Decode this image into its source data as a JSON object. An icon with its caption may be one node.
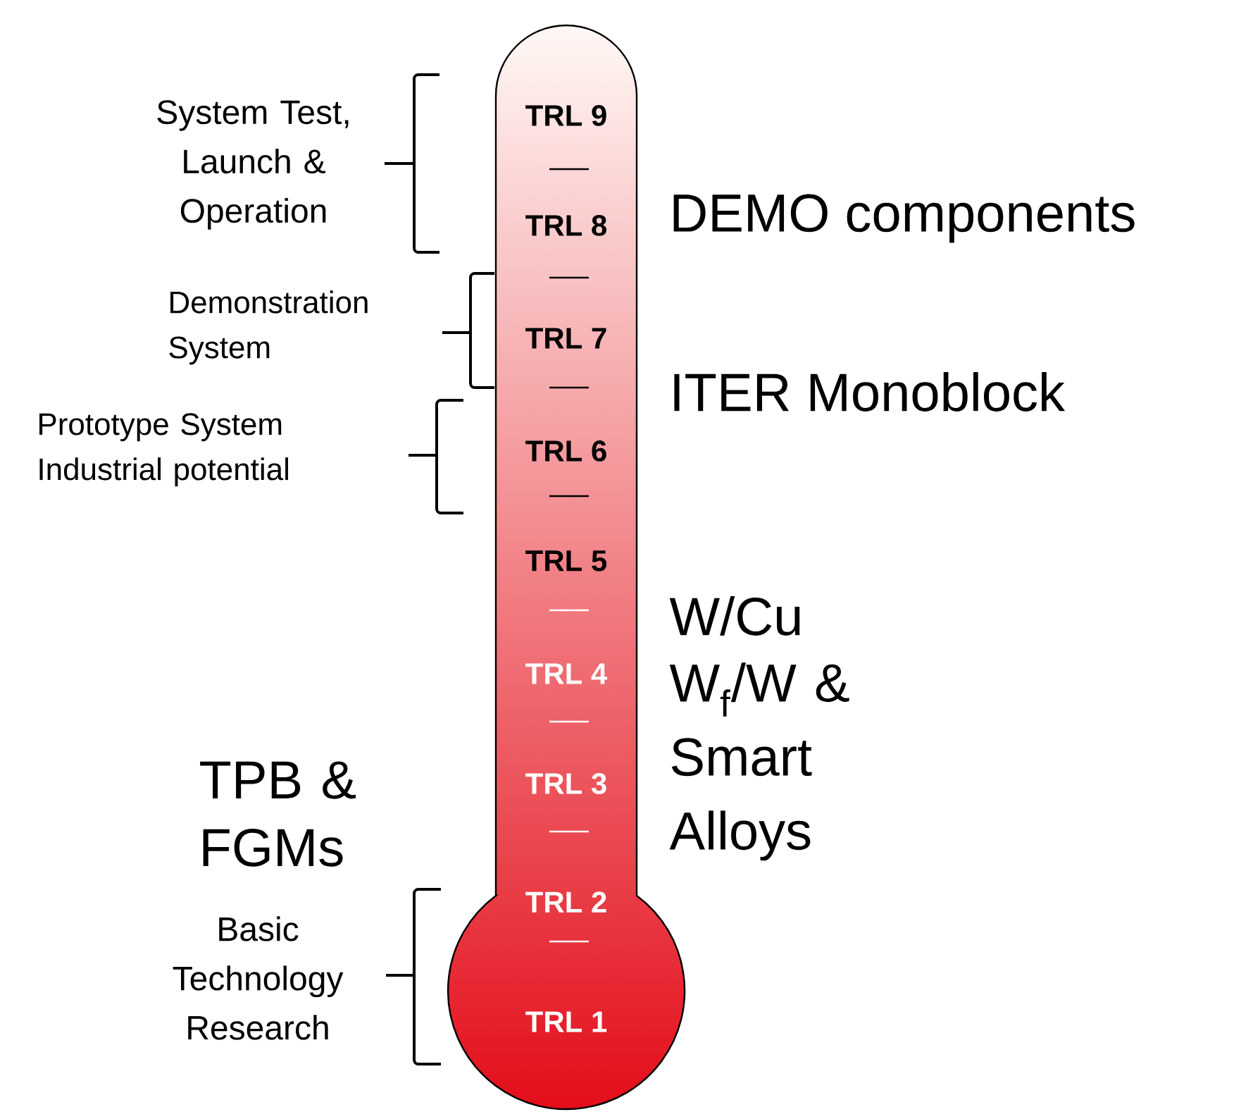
{
  "diagram": {
    "nodes": [
      {
        "text": [
          "TRL 9",
          "TRL 8",
          "TRL 7",
          "TRL 6",
          "TRL 5",
          "TRL 4",
          "TRL 3",
          "TRL 2",
          "TRL 1"
        ]
      }
    ],
    "labels": [
      "System Test, Launch & Operation",
      "DEMO components",
      "Demonstration System",
      "ITER Monoblock",
      "Prototype System Industrial potential",
      "W/Cu",
      "W$_{f}$/W & Smart Alloys",
      "TPB & FGMs",
      "Basic Technology Research"
    ]
  }
}
